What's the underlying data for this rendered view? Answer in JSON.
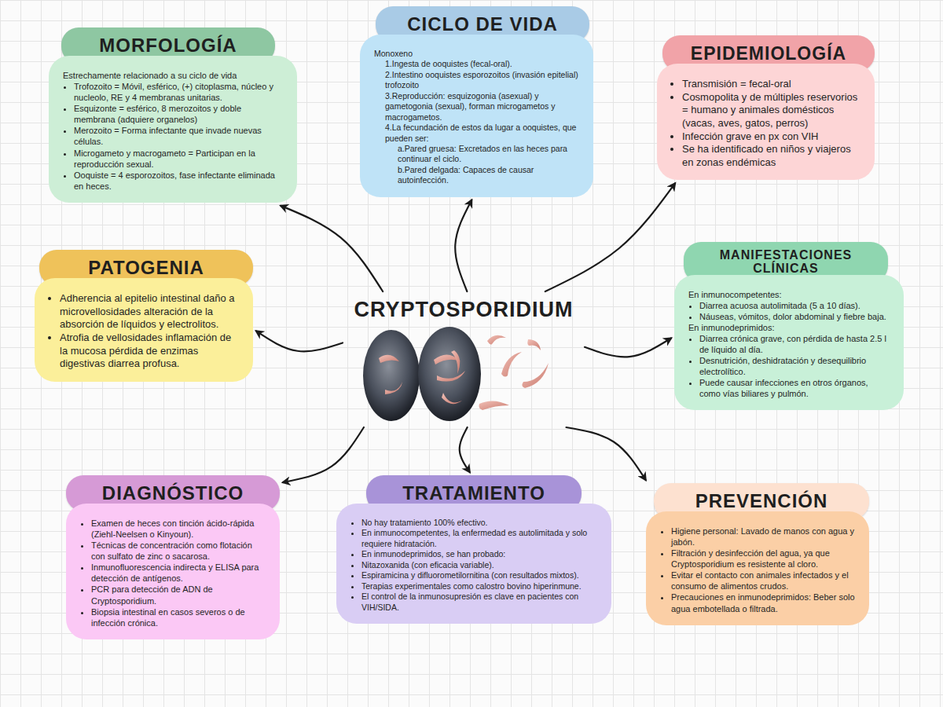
{
  "diagram": {
    "nodes": [
      {
        "text": [
          "MORFOLOGÍA",
          "Estrechamente relacionado a su ciclo de vida",
          "Trofozoito = Móvil, esférico, (+) citoplasma, núcleo y nucleolo, RE y 4 membranas unitarias.",
          "Esquizonte = esférico, 8 merozoitos y doble membrana (adquiere organelos)",
          "Merozoito = Forma infectante que invade nuevas células.",
          "Microgameto y macrogameto = Participan en la reproducción sexual.",
          "Ooquiste = 4 esporozoitos, fase infectante eliminada en heces."
        ]
      },
      {
        "text": [
          "CICLO DE VIDA",
          "Monoxeno",
          "1.Ingesta de ooquistes (fecal-oral).",
          "2.Intestino ooquistes esporozoitos (invasión epitelial) trofozoito",
          "3.Reproducción: esquizogonia (asexual) y gametogonia (sexual), forman microgametos y macrogametos.",
          "4.La fecundación de estos da lugar a ooquistes, que pueden ser:",
          "a.Pared gruesa: Excretados en las heces para continuar el ciclo.",
          "b.Pared delgada: Capaces de causar autoinfección."
        ]
      },
      {
        "text": [
          "EPIDEMIOLOGÍA",
          "Transmisión = fecal-oral",
          "Cosmopolita y de múltiples reservorios = humano y animales domésticos (vacas, aves, gatos, perros)",
          "Infección grave en px con VIH",
          "Se ha identificado en niños y viajeros en zonas endémicas"
        ]
      },
      {
        "text": [
          "PATOGENIA",
          "Adherencia al epitelio intestinal daño a microvellosidades alteración de la absorción de líquidos y electrolitos.",
          "Atrofia de vellosidades inflamación de la mucosa pérdida de enzimas digestivas diarrea profusa."
        ]
      },
      {
        "text": [
          "CRYPTOSPORIDIUM"
        ]
      },
      {
        "text": [
          "MANIFESTACIONES CLÍNICAS",
          "En inmunocompetentes:",
          "Diarrea acuosa autolimitada (5 a 10 días).",
          "Náuseas, vómitos, dolor abdominal y fiebre baja.",
          "En inmunodeprimidos:",
          "Diarrea crónica grave, con pérdida de hasta 2.5 l de líquido al día.",
          "Desnutrición, deshidratación y desequilibrio electrolítico.",
          "Puede causar infecciones en otros órganos, como vías biliares y pulmón."
        ]
      },
      {
        "text": [
          "DIAGNÓSTICO",
          "Examen de heces con tinción ácido-rápida (Ziehl-Neelsen o Kinyoun).",
          "Técnicas de concentración como flotación con sulfato de zinc o sacarosa.",
          "Inmunofluorescencia indirecta y ELISA para detección de antígenos.",
          "PCR para detección de ADN de Cryptosporidium.",
          "Biopsia intestinal en casos severos o de infección crónica."
        ]
      },
      {
        "text": [
          "TRATAMIENTO",
          "No hay tratamiento 100% efectivo.",
          "En inmunocompetentes, la enfermedad es autolimitada y solo requiere hidratación.",
          "En inmunodeprimidos, se han probado:",
          "Nitazoxanida (con eficacia variable).",
          "Espiramicina y difluorometilornitina (con resultados mixtos).",
          "Terapias experimentales como calostro bovino hiperinmune.",
          "El control de la inmunosupresión es clave en pacientes con VIH/SIDA."
        ]
      },
      {
        "text": [
          "PREVENCIÓN",
          "Higiene personal: Lavado de manos con agua y jabón.",
          "Filtración y desinfección del agua, ya que Cryptosporidium es resistente al cloro.",
          "Evitar el contacto con animales infectados y el consumo de alimentos crudos.",
          "Precauciones en inmunodeprimidos: Beber solo agua embotellada o filtrada."
        ]
      }
    ],
    "edges": [
      {
        "from": 4,
        "to": 0,
        "arrow": "to"
      },
      {
        "from": 4,
        "to": 1,
        "arrow": "to"
      },
      {
        "from": 4,
        "to": 2,
        "arrow": "to"
      },
      {
        "from": 4,
        "to": 3,
        "arrow": "to"
      },
      {
        "from": 4,
        "to": 5,
        "arrow": "to"
      },
      {
        "from": 4,
        "to": 6,
        "arrow": "to"
      },
      {
        "from": 4,
        "to": 7,
        "arrow": "to"
      },
      {
        "from": 4,
        "to": 8,
        "arrow": "to"
      }
    ]
  }
}
